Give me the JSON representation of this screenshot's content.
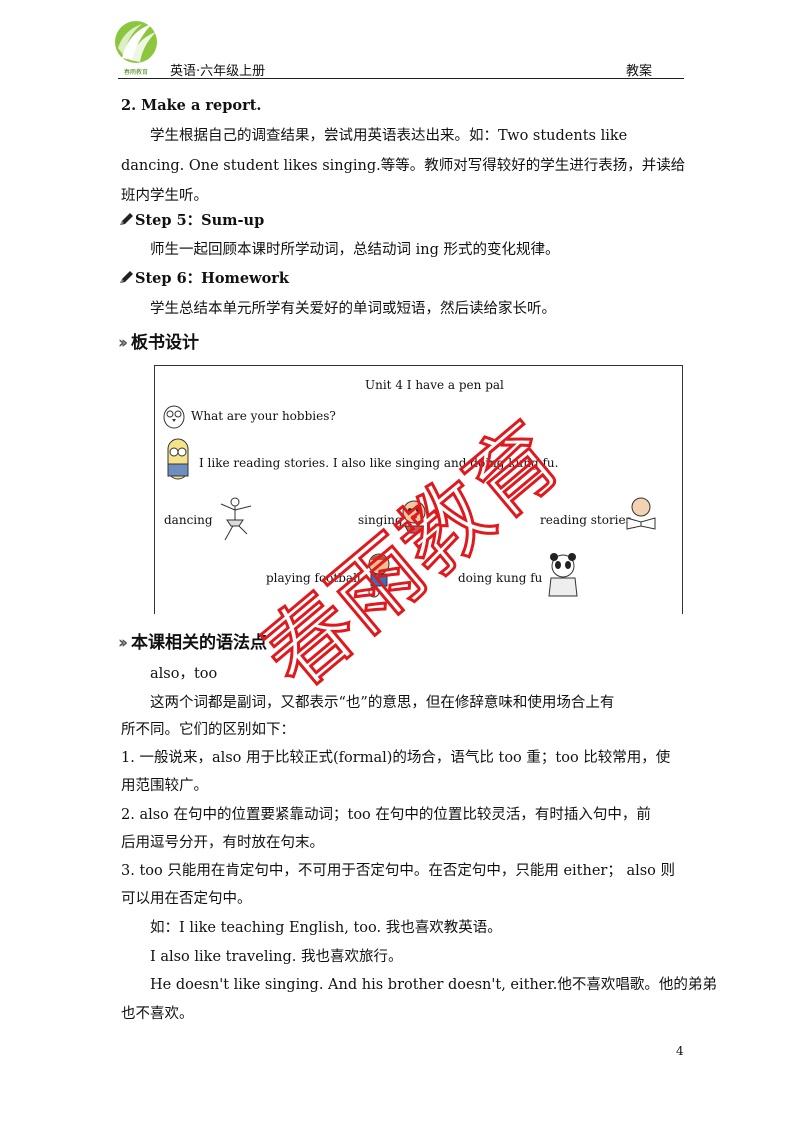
{
  "header": {
    "subject": "英语·六年级上册",
    "doc_type": "教案",
    "logo_text": "春雨教育"
  },
  "body": {
    "make_report_title": "2. Make a report.",
    "make_report_line1": "学生根据自己的调查结果，尝试用英语表达出来。如：Two students like",
    "make_report_line2": "dancing. One student likes singing.等等。教师对写得较好的学生进行表扬，并读给",
    "make_report_line3": "班内学生听。",
    "step5_title": "Step 5：Sum-up",
    "step5_text": "师生一起回顾本课时所学动词，总结动词 ing 形式的变化规律。",
    "step6_title": "Step 6：Homework",
    "step6_text": "学生总结本单元所学有关爱好的单词或短语，然后读给家长听。"
  },
  "board_section": {
    "heading": "板书设计",
    "title": "Unit 4 I have a pen pal",
    "question": "What are your hobbies?",
    "answer": "I like reading stories. I also like singing and doing kung fu.",
    "items": {
      "dancing": "dancing",
      "singing": "singing",
      "reading": "reading stories",
      "football": "playing football",
      "kungfu": "doing kung fu"
    }
  },
  "grammar_section": {
    "heading": "本课相关的语法点",
    "words": "also，too",
    "intro_line1": "这两个词都是副词，又都表示“也”的意思，但在修辞意味和使用场合上有",
    "intro_line2": "所不同。它们的区别如下：",
    "point1_line1": "1. 一般说来，also 用于比较正式(formal)的场合，语气比 too 重；too 比较常用，使",
    "point1_line2": "用范围较广。",
    "point2_line1": "2. also 在句中的位置要紧靠动词；too 在句中的位置比较灵活，有时插入句中，前",
    "point2_line2": "后用逗号分开，有时放在句末。",
    "point3_line1": "3. too 只能用在肯定句中，不可用于否定句中。在否定句中，只能用 either； also 则",
    "point3_line2": "可以用在否定句中。",
    "example1": "如：I like teaching English, too. 我也喜欢教英语。",
    "example2": "I also like traveling. 我也喜欢旅行。",
    "example3_line1": "He doesn't like singing. And his brother doesn't, either.他不喜欢唱歌。他的弟弟",
    "example3_line2": "也不喜欢。"
  },
  "watermark": "春雨教育",
  "page_number": "4",
  "colors": {
    "stamp": "#e0191e",
    "logo_green": "#6aa82b"
  }
}
